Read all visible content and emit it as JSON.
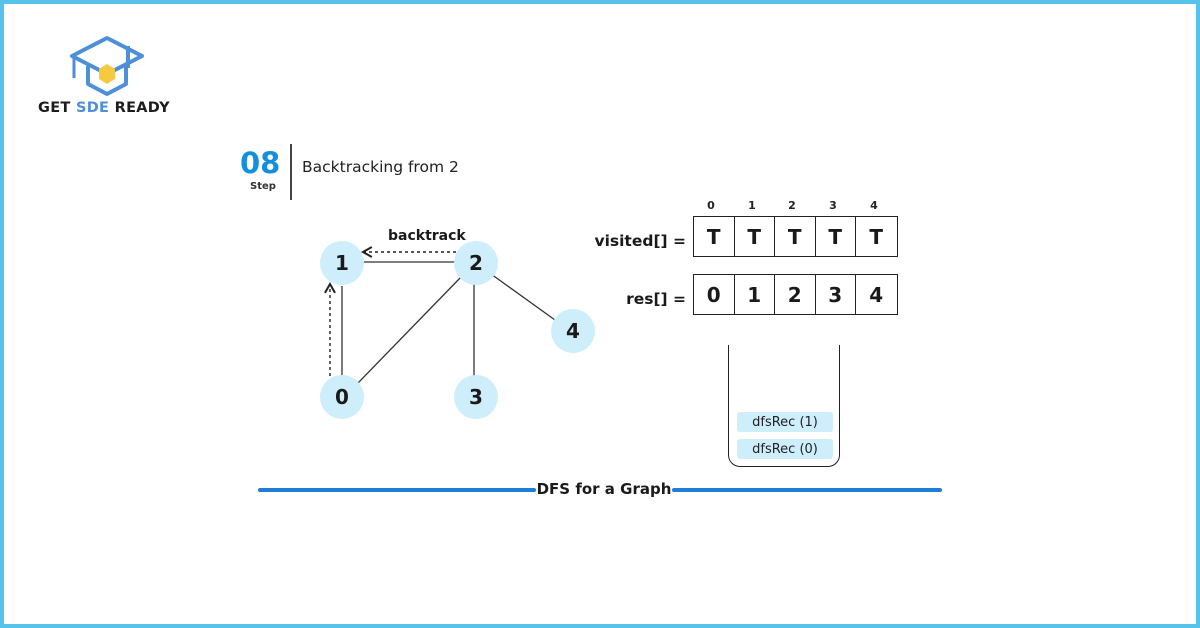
{
  "brand": {
    "name_part1": "GET ",
    "name_accent": "SDE",
    "name_part2": " READY",
    "accent_color": "#4d8fd8",
    "icon": "graduation-cap-hexagon-logo"
  },
  "step": {
    "number": "08",
    "label": "Step",
    "title": "Backtracking from 2",
    "color": "#1390dd"
  },
  "graph": {
    "nodes": [
      "1",
      "2",
      "4",
      "0",
      "3"
    ],
    "edges": [
      [
        "0",
        "1"
      ],
      [
        "1",
        "2"
      ],
      [
        "2",
        "0"
      ],
      [
        "2",
        "3"
      ],
      [
        "2",
        "4"
      ]
    ],
    "backtrack_label": "backtrack",
    "node_color": "#cdeefa"
  },
  "visited": {
    "label": "visited[] =",
    "indices": [
      "0",
      "1",
      "2",
      "3",
      "4"
    ],
    "values": [
      "T",
      "T",
      "T",
      "T",
      "T"
    ]
  },
  "res": {
    "label": "res[] =",
    "values": [
      "0",
      "1",
      "2",
      "3",
      "4"
    ]
  },
  "call_stack": {
    "frames": [
      "dfsRec (1)",
      "dfsRec (0)"
    ]
  },
  "footer": {
    "caption": "DFS for a Graph",
    "line_color": "#1f7fd6"
  },
  "frame_color": "#58c3ea"
}
